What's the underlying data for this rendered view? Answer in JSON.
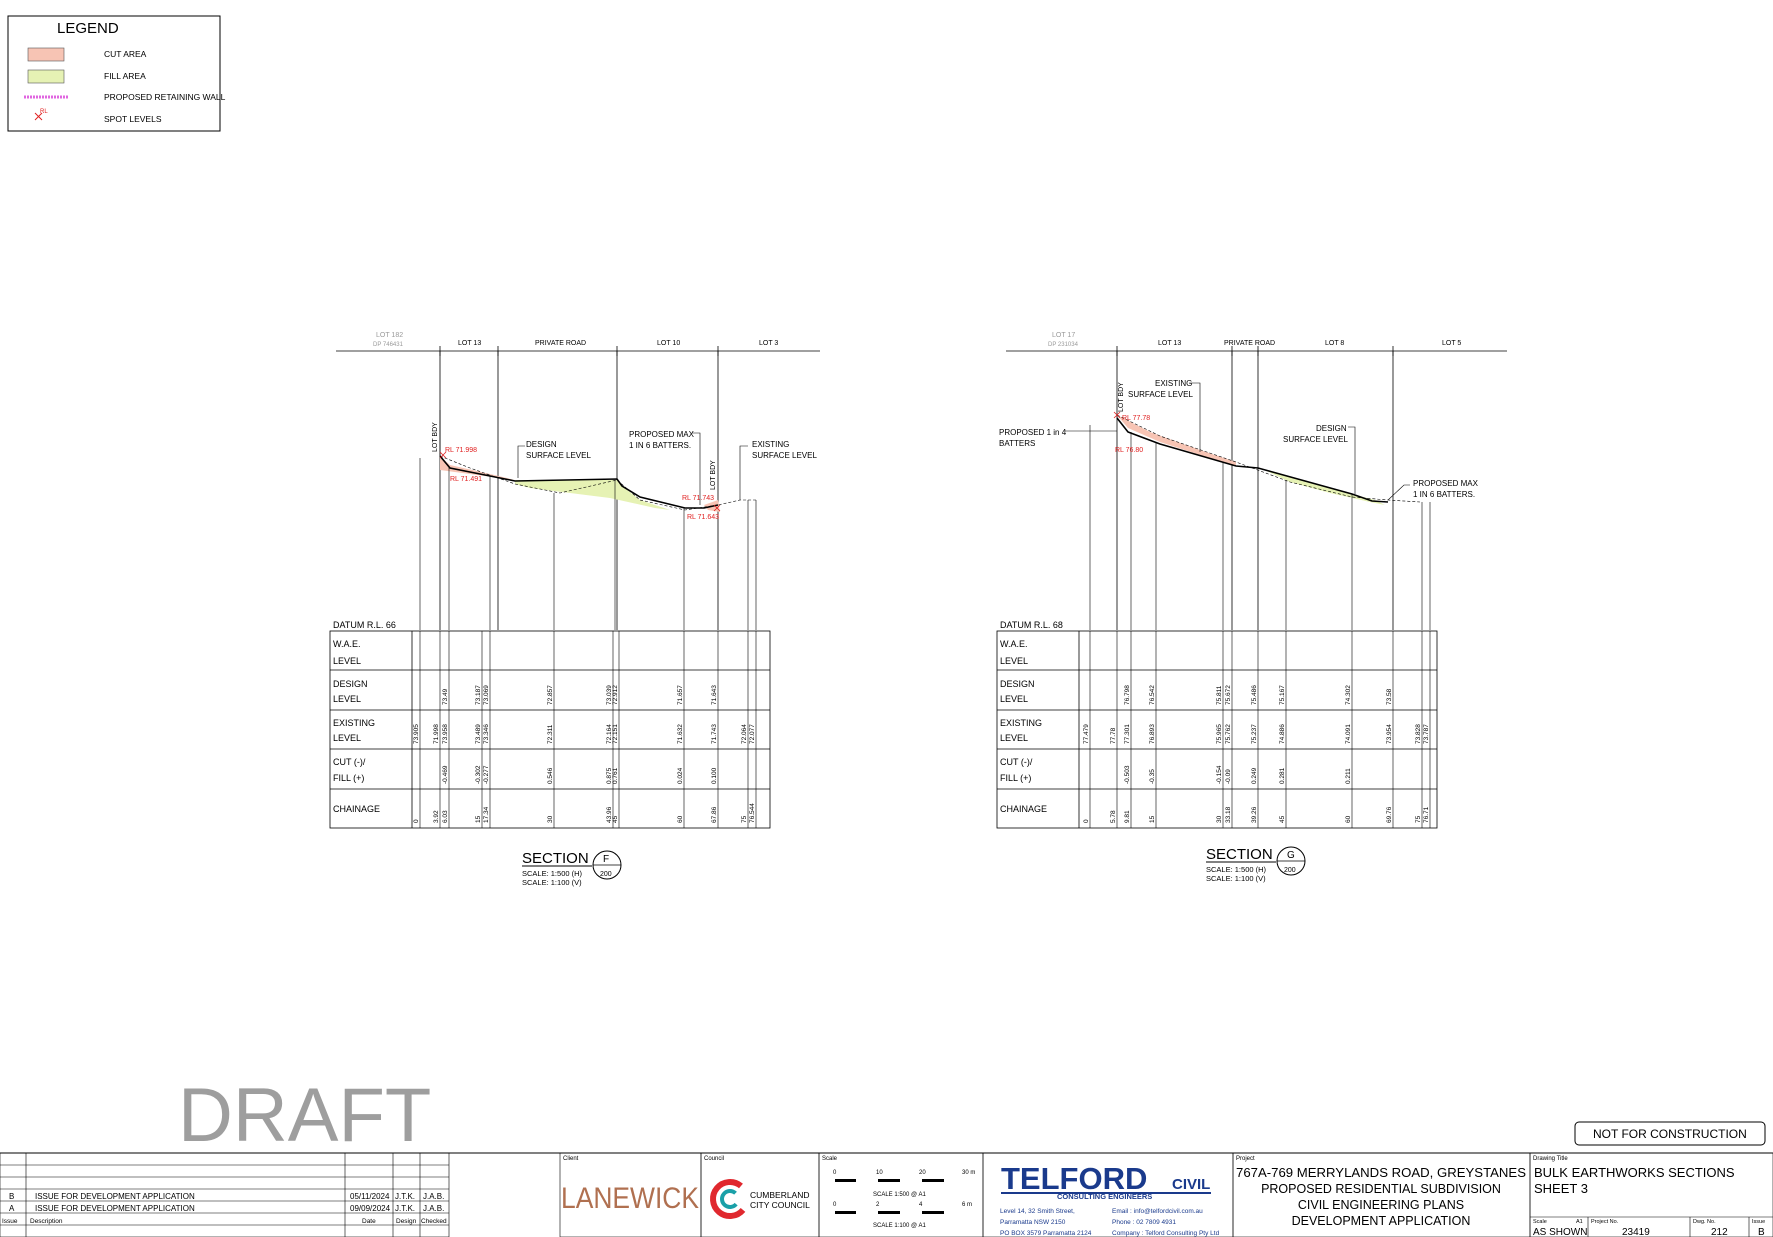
{
  "legend": {
    "title": "LEGEND",
    "items": [
      {
        "label": "CUT AREA",
        "color": "#f7c4b4"
      },
      {
        "label": "FILL AREA",
        "color": "#e6f2b4"
      },
      {
        "label": "PROPOSED RETAINING WALL",
        "color": "#e066e0"
      },
      {
        "label": "SPOT LEVELS",
        "color": "#e02020",
        "symbol_text": "RL"
      }
    ]
  },
  "colors": {
    "line": "#000000",
    "cut": "#f7c4b4",
    "fill": "#e6f2b4",
    "red": "#e02020",
    "faint": "#9a9a9a",
    "telford_blue": "#1a3a8c",
    "lanewick_brown": "#b07050",
    "council_red": "#e0282e",
    "council_teal": "#1aa0a8"
  },
  "table_rows": [
    [
      "W.A.E.",
      "LEVEL"
    ],
    [
      "DESIGN",
      "LEVEL"
    ],
    [
      "EXISTING",
      "LEVEL"
    ],
    [
      "CUT (-)/",
      "FILL (+)"
    ],
    [
      "CHAINAGE"
    ]
  ],
  "sections": [
    {
      "id": "F",
      "title": "SECTION",
      "sheet_ref": "200",
      "scale_h": "SCALE: 1:500 (H)",
      "scale_v": "SCALE: 1:100 (V)",
      "datum": "DATUM R.L. 66",
      "lots": [
        {
          "label": "LOT 182",
          "sub": "DP 746431",
          "faint": true
        },
        {
          "label": "LOT 13"
        },
        {
          "label": "PRIVATE ROAD"
        },
        {
          "label": "LOT 10"
        },
        {
          "label": "LOT 3"
        }
      ],
      "annotations": [
        {
          "lines": [
            "DESIGN",
            "SURFACE LEVEL"
          ]
        },
        {
          "lines": [
            "PROPOSED MAX",
            "1 IN 6 BATTERS."
          ]
        },
        {
          "lines": [
            "EXISTING",
            "SURFACE LEVEL"
          ]
        },
        {
          "lines": [
            "LOT BDY"
          ],
          "vertical": true
        },
        {
          "lines": [
            "LOT BDY"
          ],
          "vertical": true
        }
      ],
      "spot_levels": [
        "RL 71.998",
        "RL 71.491",
        "RL 71.743",
        "RL 71.643"
      ],
      "columns": [
        {
          "chainage": "0",
          "design": "",
          "existing": "73.905",
          "cutfill": ""
        },
        {
          "chainage": "3.92",
          "design": "",
          "existing": "71.998",
          "cutfill": ""
        },
        {
          "chainage": "6.03",
          "design": "73.49",
          "existing": "73.958",
          "cutfill": "-0.469"
        },
        {
          "chainage": "15",
          "design": "73.187",
          "existing": "73.489",
          "cutfill": "-0.302"
        },
        {
          "chainage": "17.34",
          "design": "73.069",
          "existing": "73.346",
          "cutfill": "-0.277"
        },
        {
          "chainage": "30",
          "design": "72.857",
          "existing": "72.311",
          "cutfill": "0.546"
        },
        {
          "chainage": "43.96",
          "design": "73.039",
          "existing": "72.164",
          "cutfill": "0.875"
        },
        {
          "chainage": "45",
          "design": "72.912",
          "existing": "72.151",
          "cutfill": "0.761"
        },
        {
          "chainage": "60",
          "design": "71.657",
          "existing": "71.632",
          "cutfill": "0.024"
        },
        {
          "chainage": "67.86",
          "design": "71.643",
          "existing": "71.743",
          "cutfill": "0.100"
        },
        {
          "chainage": "75",
          "design": "",
          "existing": "72.064",
          "cutfill": ""
        },
        {
          "chainage": "76.544",
          "design": "",
          "existing": "72.077",
          "cutfill": ""
        }
      ]
    },
    {
      "id": "G",
      "title": "SECTION",
      "sheet_ref": "200",
      "scale_h": "SCALE: 1:500 (H)",
      "scale_v": "SCALE: 1:100 (V)",
      "datum": "DATUM R.L. 68",
      "lots": [
        {
          "label": "LOT 17",
          "sub": "DP 231034",
          "faint": true
        },
        {
          "label": "LOT 13"
        },
        {
          "label": "PRIVATE ROAD"
        },
        {
          "label": "LOT 8"
        },
        {
          "label": "LOT 5"
        }
      ],
      "annotations": [
        {
          "lines": [
            "EXISTING",
            "SURFACE LEVEL"
          ]
        },
        {
          "lines": [
            "PROPOSED 1 in 4",
            "BATTERS"
          ]
        },
        {
          "lines": [
            "DESIGN",
            "SURFACE LEVEL"
          ]
        },
        {
          "lines": [
            "PROPOSED MAX",
            "1 IN 6 BATTERS."
          ]
        },
        {
          "lines": [
            "LOT BDY"
          ],
          "vertical": true
        }
      ],
      "spot_levels": [
        "RL 77.78",
        "RL 76.80"
      ],
      "columns": [
        {
          "chainage": "0",
          "design": "",
          "existing": "77.479",
          "cutfill": ""
        },
        {
          "chainage": "5.78",
          "design": "",
          "existing": "77.78",
          "cutfill": ""
        },
        {
          "chainage": "9.81",
          "design": "76.798",
          "existing": "77.301",
          "cutfill": "-0.503"
        },
        {
          "chainage": "15",
          "design": "76.542",
          "existing": "76.893",
          "cutfill": "-0.35"
        },
        {
          "chainage": "30",
          "design": "75.811",
          "existing": "75.965",
          "cutfill": "-0.154"
        },
        {
          "chainage": "33.18",
          "design": "75.672",
          "existing": "75.762",
          "cutfill": "-0.09"
        },
        {
          "chainage": "39.26",
          "design": "75.486",
          "existing": "75.237",
          "cutfill": "0.249"
        },
        {
          "chainage": "45",
          "design": "75.167",
          "existing": "74.886",
          "cutfill": "0.281"
        },
        {
          "chainage": "60",
          "design": "74.302",
          "existing": "74.091",
          "cutfill": "0.211"
        },
        {
          "chainage": "69.76",
          "design": "73.58",
          "existing": "73.954",
          "cutfill": ""
        },
        {
          "chainage": "75",
          "design": "",
          "existing": "73.828",
          "cutfill": ""
        },
        {
          "chainage": "76.71",
          "design": "",
          "existing": "73.787",
          "cutfill": ""
        }
      ]
    }
  ],
  "draft": "DRAFT",
  "not_for_construction": "NOT FOR CONSTRUCTION",
  "revisions": [
    {
      "issue": "B",
      "description": "ISSUE FOR DEVELOPMENT APPLICATION",
      "date": "05/11/2024",
      "design": "J.T.K.",
      "checked": "J.A.B."
    },
    {
      "issue": "A",
      "description": "ISSUE FOR DEVELOPMENT APPLICATION",
      "date": "09/09/2024",
      "design": "J.T.K.",
      "checked": "J.A.B."
    }
  ],
  "revision_headers": {
    "issue": "Issue",
    "description": "Description",
    "date": "Date",
    "design": "Design",
    "checked": "Checked"
  },
  "client": {
    "label": "Client",
    "name": "LANEWICK"
  },
  "council": {
    "label": "Council",
    "line1": "CUMBERLAND",
    "line2": "CITY COUNCIL"
  },
  "scale_box": {
    "label": "Scale",
    "bar1": {
      "ticks": [
        "0",
        "10",
        "20",
        "30 m"
      ],
      "caption": "SCALE 1:500 @ A1"
    },
    "bar2": {
      "ticks": [
        "0",
        "2",
        "4",
        "6 m"
      ],
      "caption": "SCALE 1:100 @ A1"
    }
  },
  "telford": {
    "name": "TELFORD",
    "suffix": "CIVIL",
    "tagline": "CONSULTING ENGINEERS",
    "address": [
      "Level 14, 32 Smith Street,",
      "Parramatta NSW 2150",
      "PO BOX 3579 Parramatta 2124"
    ],
    "contact": [
      "Email : info@telfordcivil.com.au",
      "Phone : 02 7809 4931",
      "Company : Telford Consulting Pty Ltd"
    ]
  },
  "project": {
    "label": "Project",
    "lines": [
      "767A-769 MERRYLANDS ROAD, GREYSTANES",
      "PROPOSED RESIDENTIAL SUBDIVISION",
      "CIVIL ENGINEERING PLANS",
      "DEVELOPMENT APPLICATION"
    ]
  },
  "drawing_title": {
    "label": "Drawing Title",
    "lines": [
      "BULK EARTHWORKS SECTIONS",
      "SHEET 3"
    ]
  },
  "title_footer": {
    "scale_label": "Scale",
    "sheet_size": "A1",
    "scale": "AS SHOWN",
    "project_no_label": "Project No.",
    "project_no": "23419",
    "dwg_no_label": "Dwg. No.",
    "dwg_no": "212",
    "issue_label": "Issue",
    "issue": "B"
  }
}
